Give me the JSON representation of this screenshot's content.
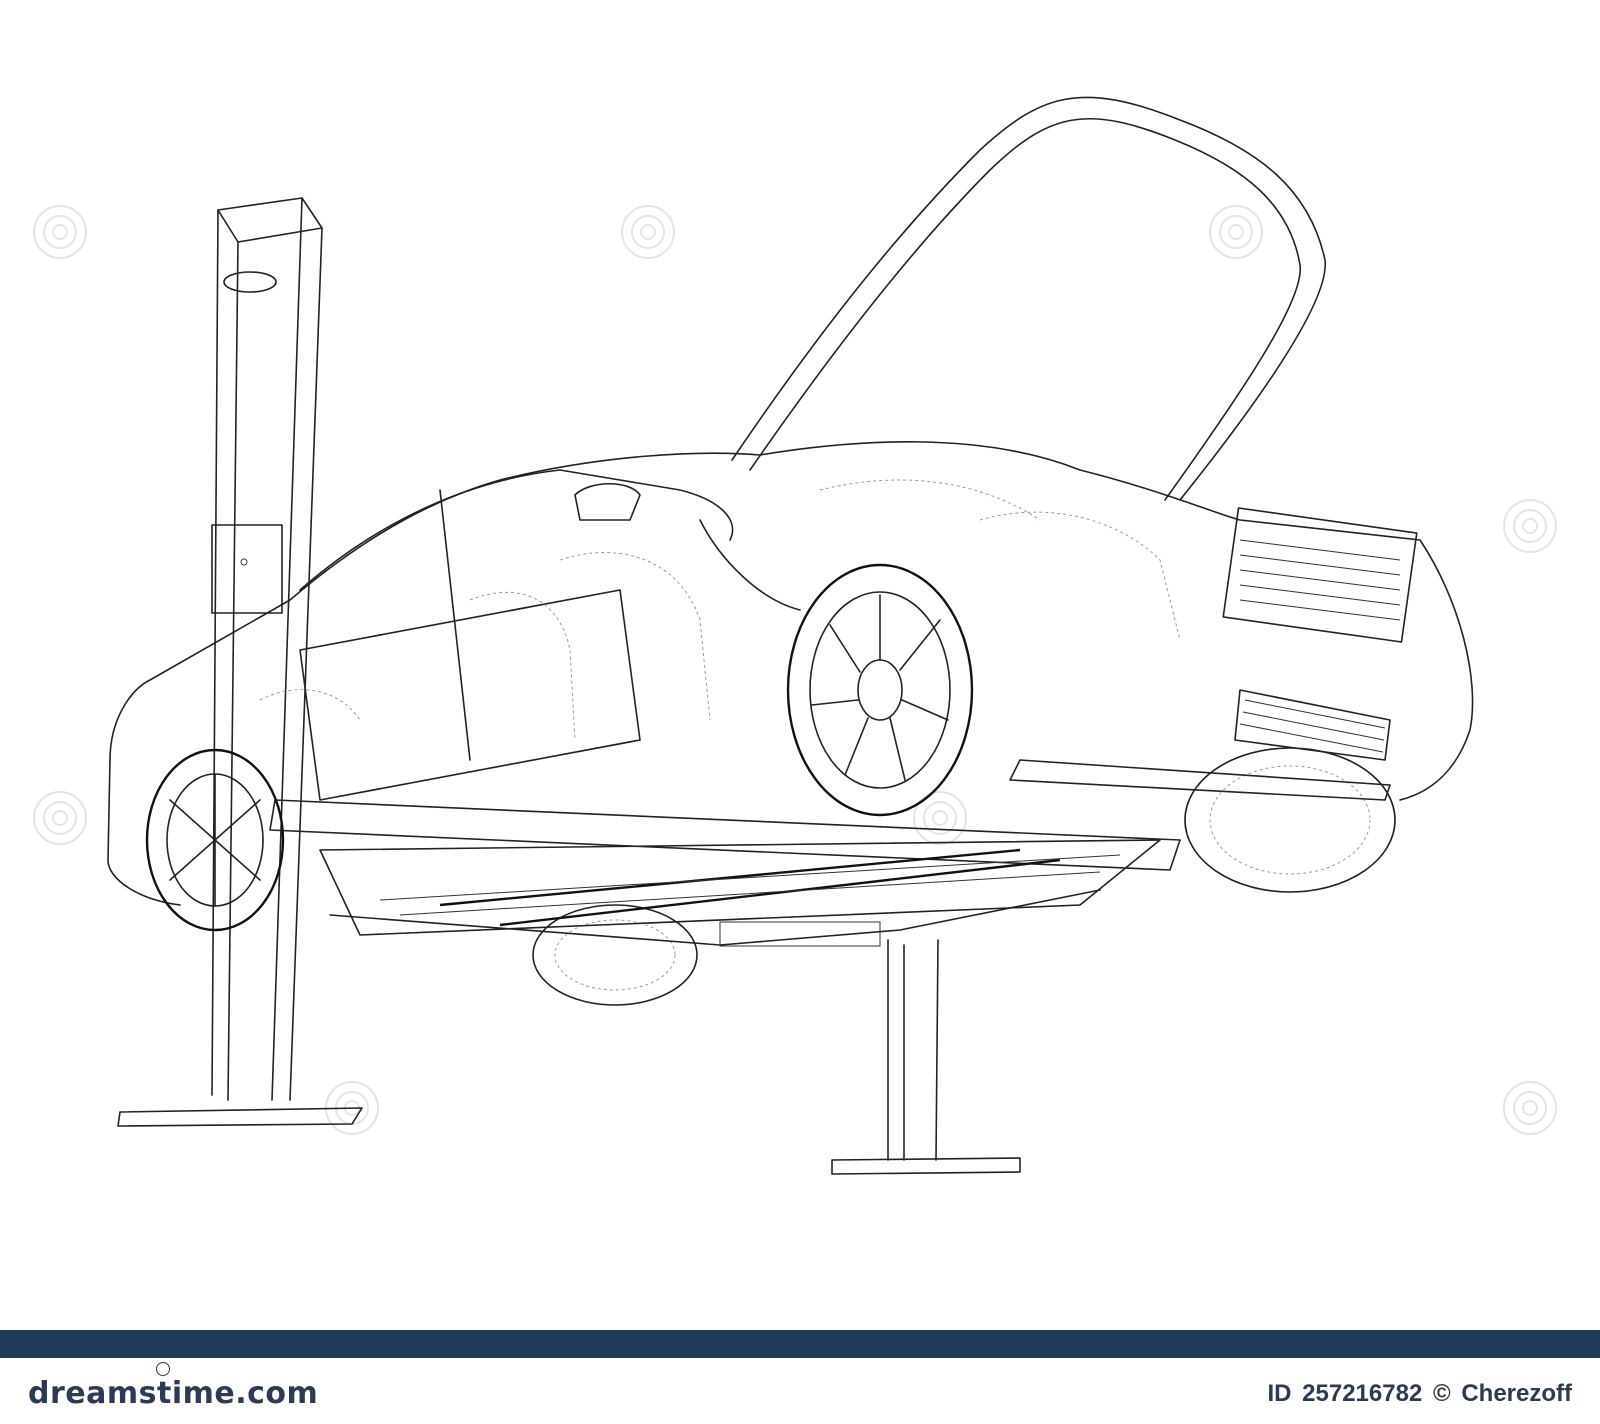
{
  "image": {
    "subject": "wireframe-car-on-two-post-lift"
  },
  "footer": {
    "brand": "dreamstime.com",
    "id_label": "ID",
    "id_value": "257216782",
    "copyright_symbol": "©",
    "author": "Cherezoff"
  },
  "colors": {
    "footer_band": "#1f3a5a",
    "footer_text": "#2b3a55",
    "line": "#222222",
    "watermark": "#e4e4e4"
  }
}
